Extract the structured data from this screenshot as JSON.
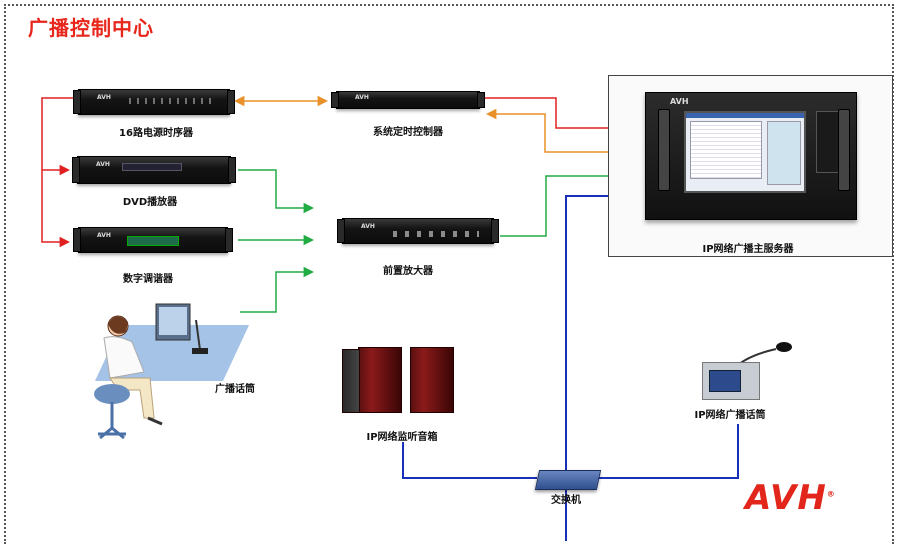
{
  "title": "广播控制中心",
  "devices": {
    "sequencer": "16路电源时序器",
    "timer": "系统定时控制器",
    "dvd": "DVD播放器",
    "tuner": "数字调谐器",
    "preamp": "前置放大器",
    "mic": "广播话筒",
    "server": "IP网络广播主服务器",
    "speakers": "IP网络监听音箱",
    "ip_mic": "IP网络广播话筒",
    "switch": "交换机"
  },
  "logo": "AVH",
  "colors": {
    "title": "#e8261c",
    "power_line": "#e02020",
    "control_line": "#e8902a",
    "audio_line": "#22aa44",
    "network_line": "#1a2fb8"
  }
}
